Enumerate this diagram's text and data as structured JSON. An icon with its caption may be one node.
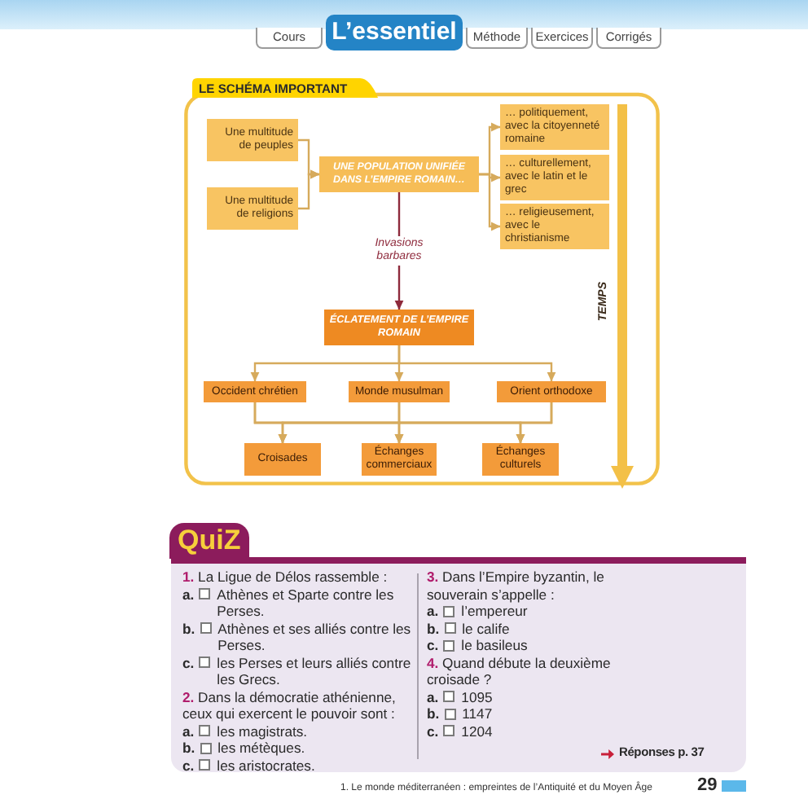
{
  "diagram": {
    "nodes": [
      {
        "text": [
          "LE SCHÉMA IMPORTANT"
        ]
      },
      {
        "text": [
          "Une multitude de peuples"
        ],
        "in": 0
      },
      {
        "text": [
          "Une multitude de religions"
        ],
        "in": 0
      },
      {
        "text": [
          "UNE POPULATION UNIFIÉE DANS L’EMPIRE ROMAIN…"
        ],
        "in": 0
      },
      {
        "text": [
          "… politiquement, avec la citoyenneté romaine"
        ],
        "in": 0
      },
      {
        "text": [
          "… culturellement, avec le latin et le grec"
        ],
        "in": 0
      },
      {
        "text": [
          "… religieusement, avec le christianisme"
        ],
        "in": 0
      },
      {
        "text": [
          "ÉCLATEMENT DE L’EMPIRE ROMAIN"
        ],
        "in": 0
      },
      {
        "text": [
          "Occident chrétien"
        ],
        "in": 0
      },
      {
        "text": [
          "Monde musulman"
        ],
        "in": 0
      },
      {
        "text": [
          "Orient orthodoxe"
        ],
        "in": 0
      },
      {
        "text": [
          "Croisades"
        ],
        "in": 0
      },
      {
        "text": [
          "Échanges commerciaux"
        ],
        "in": 0
      },
      {
        "text": [
          "Échanges culturels"
        ],
        "in": 0
      }
    ],
    "edges": [
      {
        "from": 1,
        "to": 3,
        "arrow": "to"
      },
      {
        "from": 2,
        "to": 3,
        "arrow": "to"
      },
      {
        "from": 3,
        "to": 4,
        "arrow": "to"
      },
      {
        "from": 3,
        "to": 5,
        "arrow": "to"
      },
      {
        "from": 3,
        "to": 6,
        "arrow": "to"
      },
      {
        "from": 3,
        "to": 7,
        "arrow": "to",
        "label": "Invasions barbares",
        "color": "#8e2a3c"
      },
      {
        "from": 7,
        "to": 8,
        "arrow": "to"
      },
      {
        "from": 7,
        "to": 9,
        "arrow": "to"
      },
      {
        "from": 7,
        "to": 10,
        "arrow": "to"
      },
      {
        "from": 8,
        "to": 11,
        "arrow": "to"
      },
      {
        "from": 8,
        "to": 12,
        "arrow": "to"
      },
      {
        "from": 8,
        "to": 13,
        "arrow": "to"
      },
      {
        "from": 9,
        "to": 11,
        "arrow": "to"
      },
      {
        "from": 9,
        "to": 12,
        "arrow": "to"
      },
      {
        "from": 9,
        "to": 13,
        "arrow": "to"
      },
      {
        "from": 10,
        "to": 11,
        "arrow": "to"
      },
      {
        "from": 10,
        "to": 12,
        "arrow": "to"
      },
      {
        "from": 10,
        "to": 13,
        "arrow": "to"
      }
    ],
    "labels": [
      "Cours",
      "L’essentiel",
      "Méthode",
      "Exercices",
      "Corrigés",
      "TEMPS",
      "QuiZ",
      "**1.** La Ligue de Délos rassemble :",
      "a.",
      "Athènes et Sparte contre les Perses.",
      "b.",
      "Athènes et ses alliés contre les Perses.",
      "c.",
      "les Perses et leurs alliés contre les Grecs.",
      "**2.** Dans la démocratie athénienne, ceux qui exercent le pouvoir sont :",
      "a.",
      "les magistrats.",
      "b.",
      "les métèques.",
      "c.",
      "les aristocrates.",
      "**3.** Dans l’Empire byzantin, le souverain s’appelle :",
      "a.",
      "l’empereur",
      "b.",
      "le calife",
      "c.",
      "le basileus",
      "**4.** Quand débute la deuxième croisade ?",
      "a.",
      "1095",
      "b.",
      "1147",
      "c.",
      "1204",
      "Réponses p. 37",
      "1. Le monde méditerranéen : empreintes de l’Antiquité et du Moyen Âge",
      "29"
    ]
  }
}
